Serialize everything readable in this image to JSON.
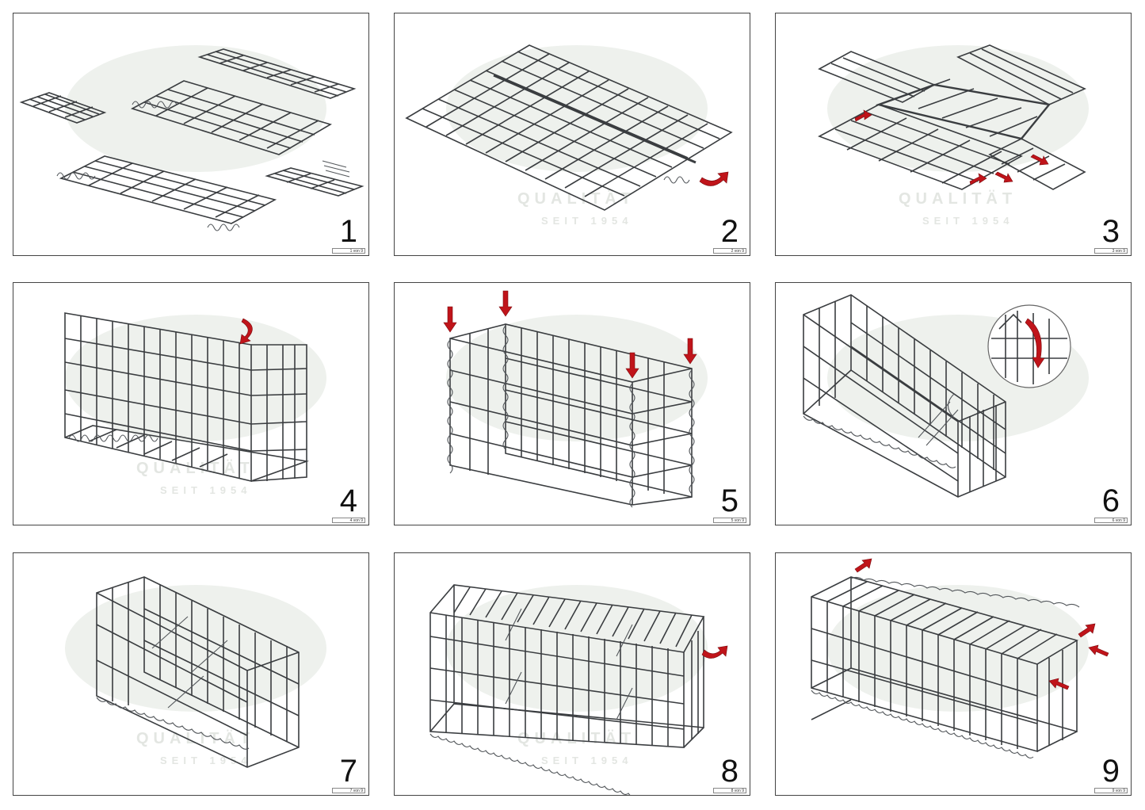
{
  "watermark": {
    "line1": "QUALITÄT",
    "line2": "SEIT 1954"
  },
  "colors": {
    "wire": "#3a3d40",
    "arrow": "#c0141a",
    "watermark": "#eef1ed"
  },
  "panels": [
    {
      "step": "1",
      "page": "1 von 9"
    },
    {
      "step": "2",
      "page": "2 von 9"
    },
    {
      "step": "3",
      "page": "3 von 9"
    },
    {
      "step": "4",
      "page": "4 von 9"
    },
    {
      "step": "5",
      "page": "5 von 9"
    },
    {
      "step": "6",
      "page": "6 von 9"
    },
    {
      "step": "7",
      "page": "7 von 9"
    },
    {
      "step": "8",
      "page": "8 von 9"
    },
    {
      "step": "9",
      "page": "9 von 9"
    }
  ]
}
